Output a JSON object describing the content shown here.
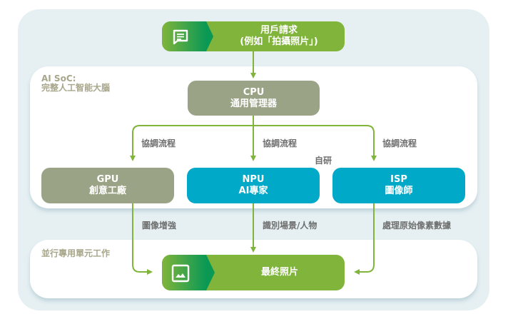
{
  "colors": {
    "background": "#e6f0f3",
    "panel": "#ffffff",
    "accent_green": "#80b43a",
    "gradient_dark_green": "#0a9955",
    "olive": "#9aa386",
    "teal": "#00a9c8",
    "label_gray": "#6f6f6f",
    "section_title": "#a7a68a"
  },
  "request": {
    "icon": "chat-message-icon",
    "line1": "用戶請求",
    "line2": "(例如「拍攝照片」)"
  },
  "soc_section": {
    "title_line1": "AI SoC:",
    "title_line2": "完整人工智能大腦"
  },
  "cpu": {
    "name": "CPU",
    "role": "通用管理器"
  },
  "coordination_labels": [
    "協調流程",
    "協調流程",
    "協調流程"
  ],
  "in_house_label": "自研",
  "gpu": {
    "name": "GPU",
    "role": "創意工廠",
    "output_label": "圖像增強"
  },
  "npu": {
    "name": "NPU",
    "role": "AI專家",
    "output_label": "識別場景/人物"
  },
  "isp": {
    "name": "ISP",
    "role": "圖像師",
    "output_label": "處理原始像素數據"
  },
  "parallel_section": {
    "title": "並行專用單元工作"
  },
  "result": {
    "icon": "image-icon",
    "label": "最終照片"
  }
}
